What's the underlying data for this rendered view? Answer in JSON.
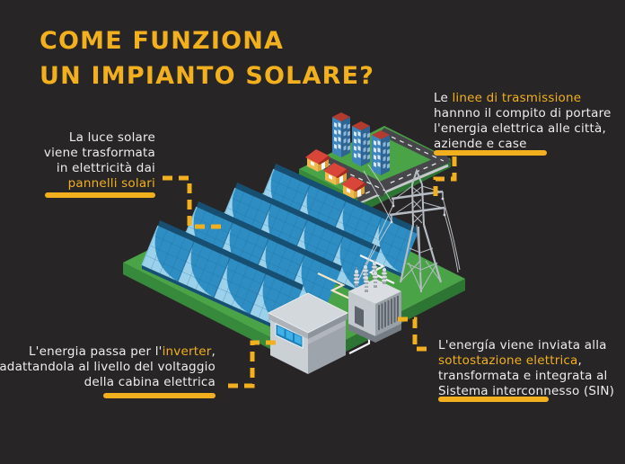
{
  "title": {
    "line1": "COME FUNZIONA",
    "line2": "UN IMPIANTO SOLARE?"
  },
  "callouts": {
    "panels": {
      "line1": "La luce solare",
      "line2": "viene trasformata",
      "line3": "in elettricità dai",
      "highlight": "pannelli solari"
    },
    "transmission": {
      "lead": "Le ",
      "highlight": "linee di trasmissione",
      "line2": "hannno il compito di portare",
      "line3": "l'energia elettrica alle città,",
      "line4": "aziende e case"
    },
    "inverter": {
      "lead": "L'energia passa per l'",
      "highlight": "inverter",
      "after": ",",
      "line2": "adattandola al livello del voltaggio",
      "line3": "della cabina elettrica"
    },
    "substation": {
      "line1": "L'energía viene inviata alla",
      "highlight": "sottostazione elettrica",
      "after": ",",
      "line3": "transformata e integrata al",
      "line4": "Sistema interconnesso (SIN)"
    }
  },
  "illustration": {
    "elements": [
      "green-field",
      "solar-panel-array",
      "city-block",
      "transmission-tower",
      "substation-transformer",
      "inverter-building"
    ]
  },
  "colors": {
    "background": "#272525",
    "accent": "#F2B01E",
    "text": "#EFECEC",
    "field_green": "#4BA348",
    "field_green_side": "#37893C",
    "field_green_dark": "#2C7533",
    "panel_blue": "#2E8DC2",
    "panel_blue_light": "#A6D7EF",
    "panel_line": "#1D6B9B",
    "panel_edge": "#174F73",
    "road_gray": "#46464B",
    "road_dash": "#E9E9E9",
    "curb_gray": "#C8C8CC",
    "building_blue": "#3E85BD",
    "building_blue_dark": "#2D6493",
    "building_window": "#D7E8F4",
    "building_window_dark": "#8FB6D6",
    "building_roof": "#B33A2F",
    "house_wall": "#EEBB4F",
    "house_wall_dark": "#D9A23B",
    "house_roof": "#DA4539",
    "house_roof_dark": "#A32A22",
    "house_window": "#F4F6F8",
    "metal": "#B6BCC4",
    "metal_mid": "#9AA1A9",
    "metal_light": "#DADEE2",
    "metal_dark": "#5E646B",
    "metal_face": "#C2C8CE",
    "wire": "#C9CED4",
    "trench_white": "#F2F4F5",
    "trench_cream": "#EFE6C8",
    "inverter_wall": "#CBD0D5",
    "inverter_wall_dark": "#9EA4AB",
    "inverter_roof": "#D3D8DC",
    "inverter_roof_side": "#ADB3B9",
    "inverter_roof_side_dark": "#8E949B",
    "inverter_window": "#3FB0E8",
    "inverter_window_frame": "#EAF3F9"
  }
}
